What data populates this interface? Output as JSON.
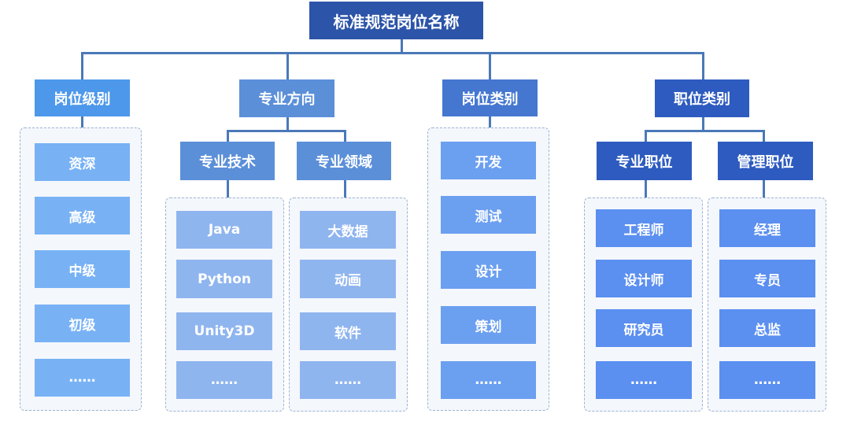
{
  "root": "标准规范岗位名称",
  "categories": {
    "level": {
      "title": "岗位级别",
      "items": [
        "资深",
        "高级",
        "中级",
        "初级",
        "……"
      ]
    },
    "direction": {
      "title": "专业方向",
      "tech": {
        "title": "专业技术",
        "items": [
          "Java",
          "Python",
          "Unity3D",
          "……"
        ]
      },
      "domain": {
        "title": "专业领域",
        "items": [
          "大数据",
          "动画",
          "软件",
          "……"
        ]
      }
    },
    "type": {
      "title": "岗位类别",
      "items": [
        "开发",
        "测试",
        "设计",
        "策划",
        "……"
      ]
    },
    "rank": {
      "title": "职位类别",
      "professional": {
        "title": "专业职位",
        "items": [
          "工程师",
          "设计师",
          "研究员",
          "……"
        ]
      },
      "management": {
        "title": "管理职位",
        "items": [
          "经理",
          "专员",
          "总监",
          "……"
        ]
      }
    }
  }
}
